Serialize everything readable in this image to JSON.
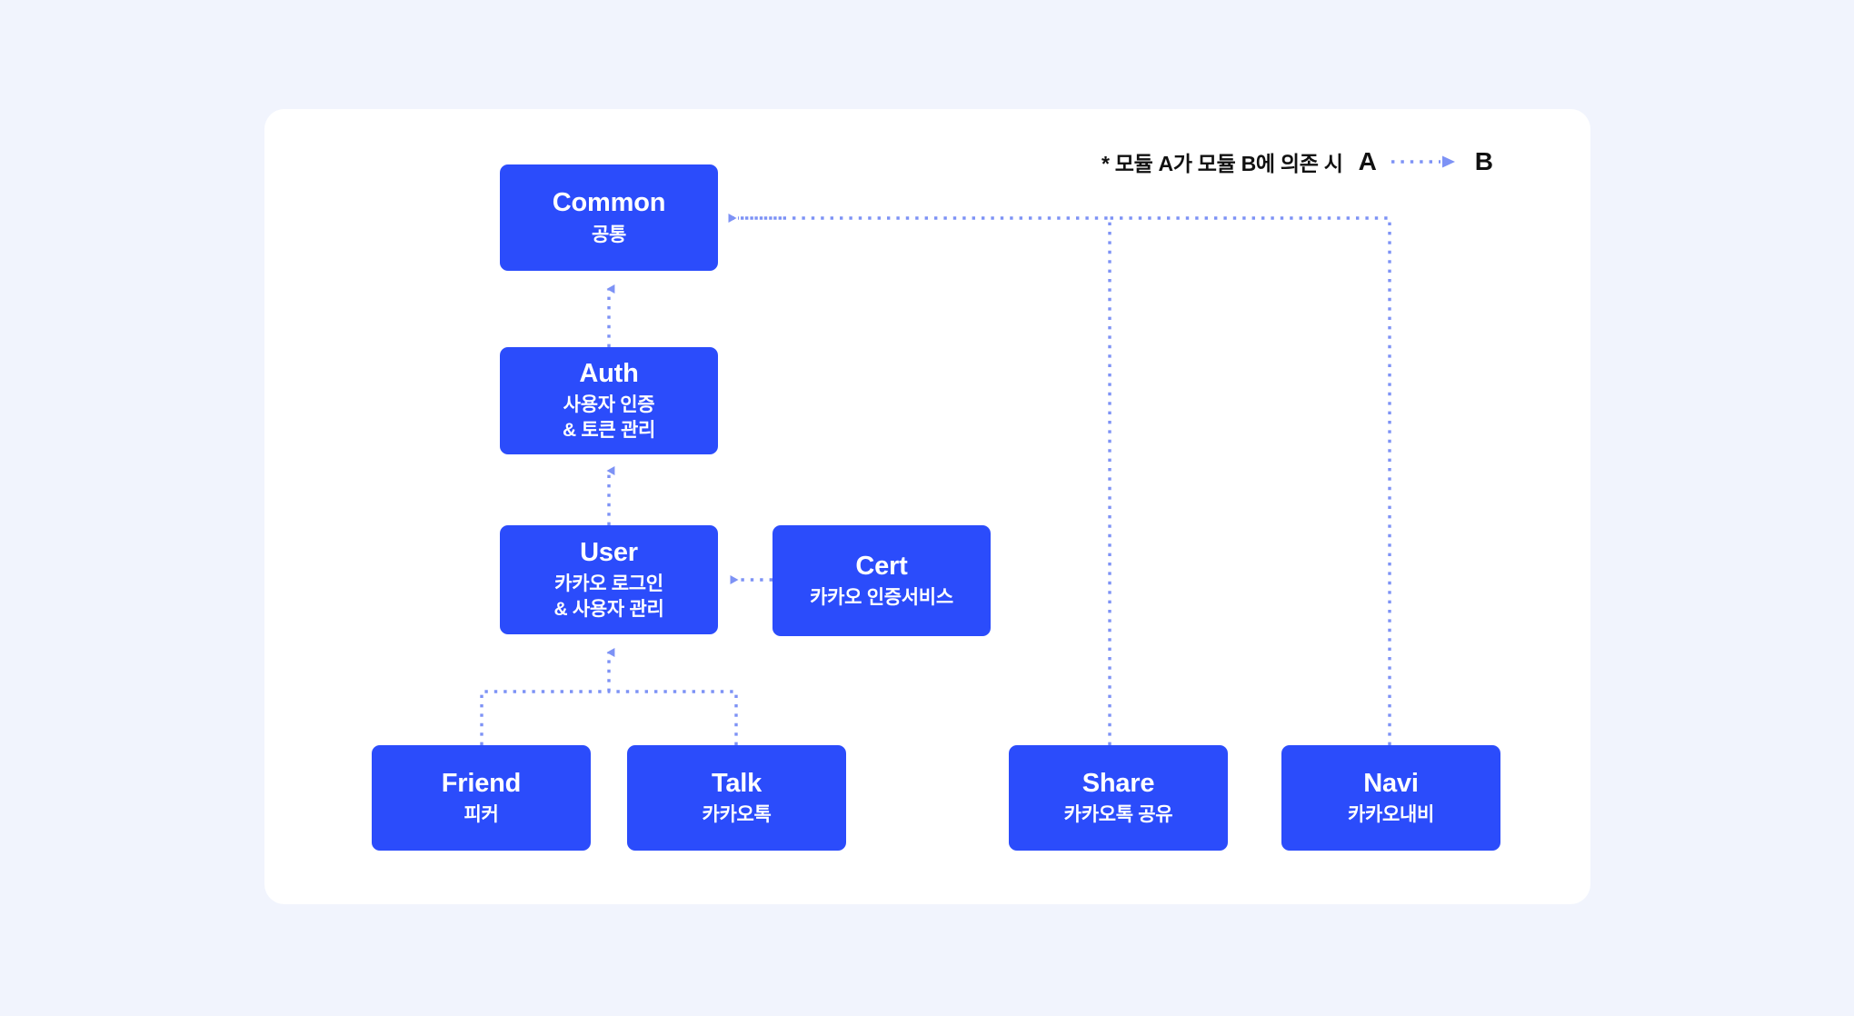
{
  "theme": {
    "page_background": "#f1f4fd",
    "card_background": "#ffffff",
    "node_fill": "#2b4cfb",
    "node_text": "#ffffff",
    "connector": "#7d92f5",
    "legend_text": "#111111"
  },
  "legend": {
    "note": "* 모듈 A가 모듈 B에 의존 시",
    "from_label": "A",
    "to_label": "B",
    "arrow_icon": "dotted-arrow-right-icon"
  },
  "nodes": [
    {
      "id": "common",
      "title": "Common",
      "sub1": "공통",
      "sub2": ""
    },
    {
      "id": "auth",
      "title": "Auth",
      "sub1": "사용자 인증",
      "sub2": "& 토큰 관리"
    },
    {
      "id": "user",
      "title": "User",
      "sub1": "카카오 로그인",
      "sub2": "& 사용자 관리"
    },
    {
      "id": "cert",
      "title": "Cert",
      "sub1": "카카오 인증서비스",
      "sub2": ""
    },
    {
      "id": "friend",
      "title": "Friend",
      "sub1": "피커",
      "sub2": ""
    },
    {
      "id": "talk",
      "title": "Talk",
      "sub1": "카카오톡",
      "sub2": ""
    },
    {
      "id": "share",
      "title": "Share",
      "sub1": "카카오톡 공유",
      "sub2": ""
    },
    {
      "id": "navi",
      "title": "Navi",
      "sub1": "카카오내비",
      "sub2": ""
    }
  ],
  "edges": [
    {
      "from": "auth",
      "to": "common",
      "style": "dotted"
    },
    {
      "from": "user",
      "to": "auth",
      "style": "dotted"
    },
    {
      "from": "cert",
      "to": "user",
      "style": "dotted"
    },
    {
      "from": "friend",
      "to": "user",
      "style": "dotted"
    },
    {
      "from": "talk",
      "to": "user",
      "style": "dotted"
    },
    {
      "from": "share",
      "to": "common",
      "style": "dotted"
    },
    {
      "from": "navi",
      "to": "common",
      "style": "dotted"
    }
  ]
}
